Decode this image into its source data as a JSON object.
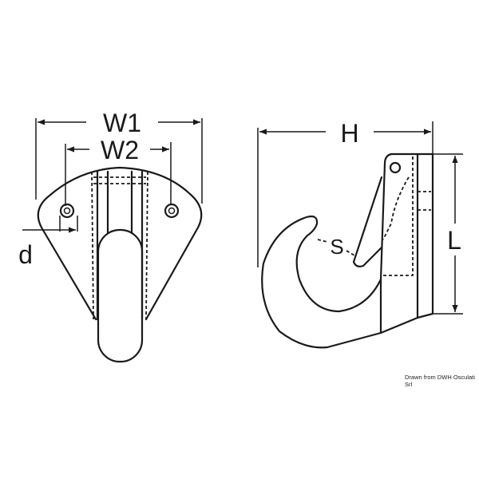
{
  "labels": {
    "w1": "W1",
    "w2": "W2",
    "d": "d",
    "h": "H",
    "s": "S",
    "l": "L"
  },
  "credit": "Drawn from DWH Osculati Srl"
}
